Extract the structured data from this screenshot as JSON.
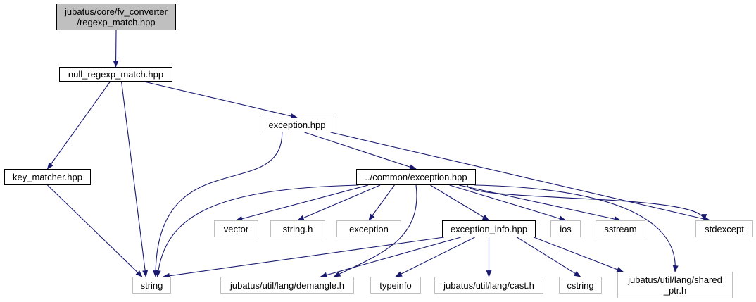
{
  "colors": {
    "edge": "#191970",
    "root_fill": "#bfbfbf",
    "system_border": "#bfbfbf",
    "doc_border": "#000000"
  },
  "nodes": {
    "root": {
      "line1": "jubatus/core/fv_converter",
      "line2": "/regexp_match.hpp",
      "kind": "root"
    },
    "null_regexp_match": {
      "label": "null_regexp_match.hpp",
      "kind": "doc"
    },
    "exception_hpp": {
      "label": "exception.hpp",
      "kind": "doc"
    },
    "key_matcher": {
      "label": "key_matcher.hpp",
      "kind": "doc"
    },
    "common_exception": {
      "label": "../common/exception.hpp",
      "kind": "doc"
    },
    "vector": {
      "label": "vector",
      "kind": "sys"
    },
    "string_h": {
      "label": "string.h",
      "kind": "sys"
    },
    "exception": {
      "label": "exception",
      "kind": "sys"
    },
    "exception_info": {
      "label": "exception_info.hpp",
      "kind": "doc"
    },
    "ios": {
      "label": "ios",
      "kind": "sys"
    },
    "sstream": {
      "label": "sstream",
      "kind": "sys"
    },
    "stdexcept": {
      "label": "stdexcept",
      "kind": "sys"
    },
    "string": {
      "label": "string",
      "kind": "sys"
    },
    "demangle": {
      "label": "jubatus/util/lang/demangle.h",
      "kind": "sys"
    },
    "typeinfo": {
      "label": "typeinfo",
      "kind": "sys"
    },
    "cast": {
      "label": "jubatus/util/lang/cast.h",
      "kind": "sys"
    },
    "cstring": {
      "label": "cstring",
      "kind": "sys"
    },
    "shared_ptr": {
      "line1": "jubatus/util/lang/shared",
      "line2": "_ptr.h",
      "kind": "sys"
    }
  },
  "edges": [
    [
      "root",
      "null_regexp_match"
    ],
    [
      "null_regexp_match",
      "key_matcher"
    ],
    [
      "null_regexp_match",
      "string"
    ],
    [
      "null_regexp_match",
      "exception_hpp"
    ],
    [
      "exception_hpp",
      "string"
    ],
    [
      "exception_hpp",
      "common_exception"
    ],
    [
      "exception_hpp",
      "stdexcept"
    ],
    [
      "key_matcher",
      "string"
    ],
    [
      "common_exception",
      "string"
    ],
    [
      "common_exception",
      "vector"
    ],
    [
      "common_exception",
      "string_h"
    ],
    [
      "common_exception",
      "exception"
    ],
    [
      "common_exception",
      "exception_info"
    ],
    [
      "common_exception",
      "ios"
    ],
    [
      "common_exception",
      "sstream"
    ],
    [
      "common_exception",
      "stdexcept"
    ],
    [
      "common_exception",
      "demangle"
    ],
    [
      "common_exception",
      "shared_ptr"
    ],
    [
      "exception_info",
      "string"
    ],
    [
      "exception_info",
      "demangle"
    ],
    [
      "exception_info",
      "typeinfo"
    ],
    [
      "exception_info",
      "cast"
    ],
    [
      "exception_info",
      "cstring"
    ],
    [
      "exception_info",
      "shared_ptr"
    ]
  ]
}
